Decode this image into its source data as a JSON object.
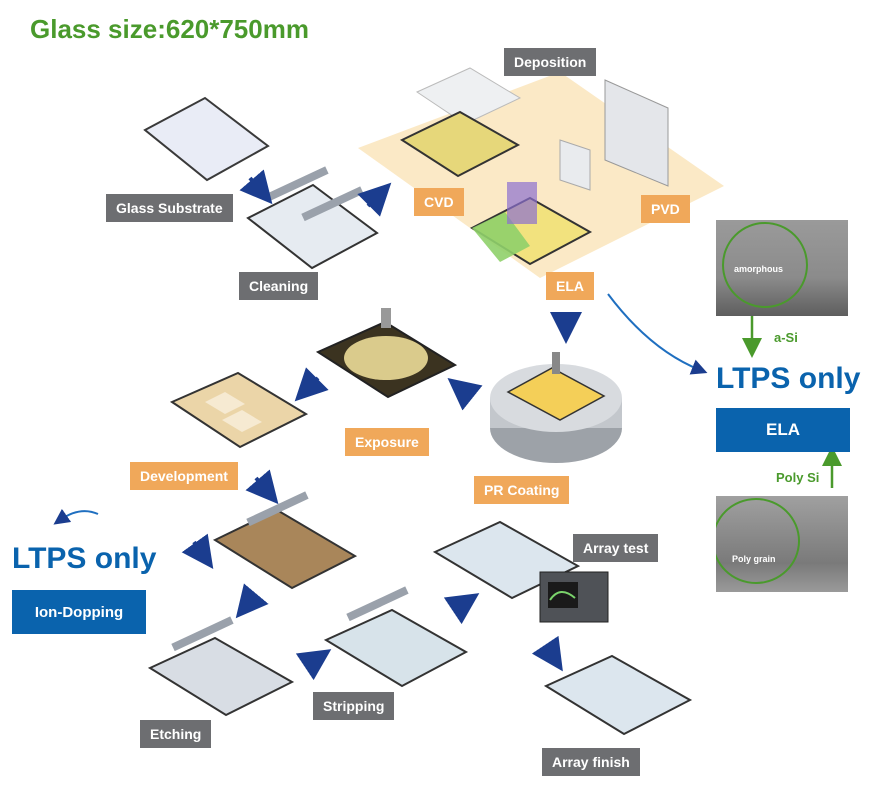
{
  "title": "Glass size:620*750mm",
  "colors": {
    "title_green": "#4a9a2c",
    "ltps_blue": "#0a63ad",
    "arrow_blue": "#1b3d8f",
    "label_gray": "#6d6e71",
    "label_orange": "#f0a85a",
    "circle_green": "#4a9a2c"
  },
  "steps": {
    "glass_substrate": "Glass Substrate",
    "cleaning": "Cleaning",
    "deposition": "Deposition",
    "cvd": "CVD",
    "pvd": "PVD",
    "ela": "ELA",
    "pr_coating": "PR Coating",
    "exposure": "Exposure",
    "development": "Development",
    "etching": "Etching",
    "stripping": "Stripping",
    "array_test": "Array test",
    "array_finish": "Array finish"
  },
  "ltps_right": {
    "heading": "LTPS only",
    "box": "ELA",
    "top_note": "a-Si",
    "bottom_note": "Poly Si",
    "sem_top_label": "amorphous",
    "sem_bottom_label": "Poly grain"
  },
  "ltps_left": {
    "heading": "LTPS only",
    "box": "Ion-Dopping"
  }
}
